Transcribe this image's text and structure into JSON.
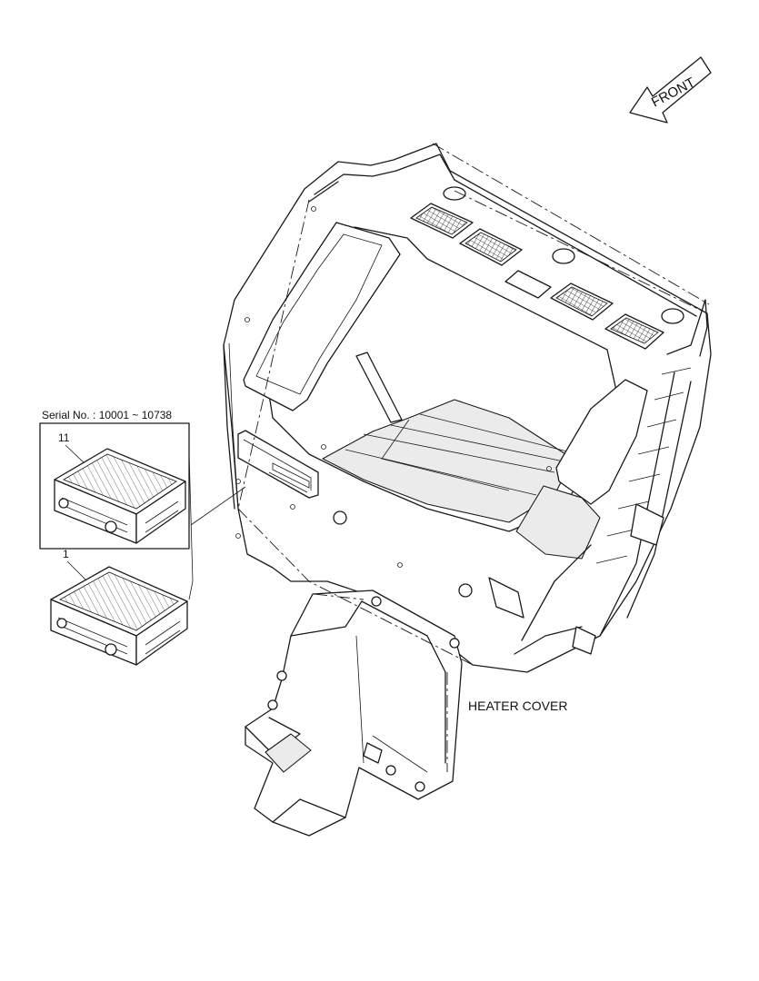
{
  "diagram": {
    "serial_label": "Serial No. : 10001 ~ 10738",
    "callouts": [
      "11",
      "1"
    ],
    "part_label": "HEATER COVER",
    "direction_label": "FRONT"
  }
}
